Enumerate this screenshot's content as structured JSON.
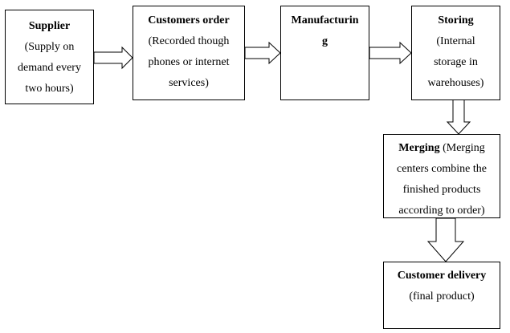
{
  "diagram": {
    "nodes": {
      "supplier": {
        "title": "Supplier",
        "line1": "(Supply on",
        "line2": "demand every",
        "line3": "two hours)"
      },
      "customers_order": {
        "title": "Customers order",
        "line1": "(Recorded though",
        "line2": "phones or internet",
        "line3": "services)"
      },
      "manufacturing": {
        "title_line1": "Manufacturin",
        "title_line2": "g"
      },
      "storing": {
        "title": "Storing",
        "line1": "(Internal",
        "line2": "storage in",
        "line3": "warehouses)"
      },
      "merging": {
        "title": "Merging",
        "line1_rest": " (Merging",
        "line2": "centers combine the",
        "line3": "finished products",
        "line4": "according to order)"
      },
      "customer_delivery": {
        "title": "Customer delivery",
        "line1": "(final product)"
      }
    },
    "edges": [
      {
        "from": "supplier",
        "to": "customers_order"
      },
      {
        "from": "customers_order",
        "to": "manufacturing"
      },
      {
        "from": "manufacturing",
        "to": "storing"
      },
      {
        "from": "storing",
        "to": "merging"
      },
      {
        "from": "merging",
        "to": "customer_delivery"
      }
    ]
  }
}
